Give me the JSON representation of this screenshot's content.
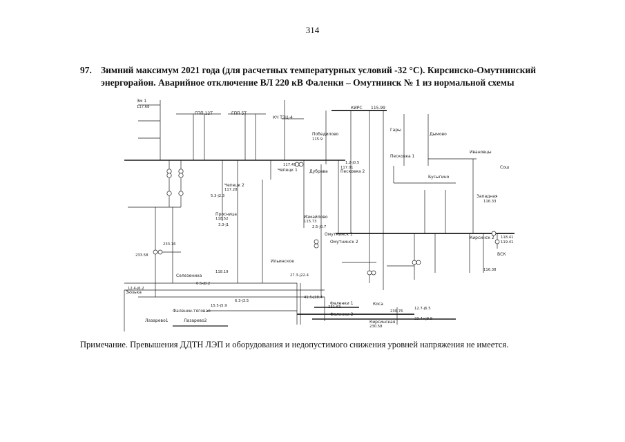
{
  "page_number": "314",
  "heading": {
    "number": "97.",
    "line1": "Зимний максимум 2021 года (для расчетных температурных условий -32 °С). Кирсинско-Омутнинский",
    "line2": "энергорайон. Аварийное отключение ВЛ 220 кВ Фаленки – Омутнинск № 1 из нормальной схемы"
  },
  "note": "Примечание. Превышения ДДТН ЛЭП и оборудования и недопустимого снижения уровней напряжения не имеется.",
  "scheme": {
    "labels": {
      "kirs": "КИРС",
      "kirs_v": "115.99",
      "omutninsk_1": "Омутнинск 1",
      "omutninsk_2": "Омутнинск 2",
      "falenki_1": "Фаленки 1",
      "falenki_2": "Фаленки 2",
      "falenki_tyag": "Фаленки-тяговая",
      "zyuzka": "Зюзька",
      "selezenikha": "Селезениха",
      "prosnitsa": "Просница",
      "chepetsk_1": "Чепецк 1",
      "chepetsk_2": "Чепецк 2",
      "ilinskoe": "Ильинское",
      "izmailovo": "Измайлово",
      "dubrava": "Дубрава",
      "pobedilovo": "Победилово",
      "peskovka_1": "Песковка 1",
      "peskovka_2": "Песковка 2",
      "busygino": "Бусыгино",
      "gary": "Гары",
      "dymovo": "Дымово",
      "zapadnaya": "Западная",
      "ivanovtsy": "Ивановцы",
      "kosa": "Коса",
      "lazarevo_1": "Лазарево1",
      "lazarevo_2": "Лазарево2",
      "kirovo_chep_4": "КЧ ТЭЦ-4",
      "kirsinskaya": "Кирсинская",
      "ggpp": "ГПП 12Т",
      "gpp_5t": "ГПП 5Т",
      "vsk": "ВСК",
      "kirsinsk_2": "Кирсинск 2",
      "sosh": "Сош",
      "zm_1": "Зм 1",
      "v_1": "118.41",
      "v_2": "119.41",
      "v_3": "116.33",
      "v_4": "116.38",
      "v_5": "230.58",
      "v_6": "230.76",
      "v_7": "231.63",
      "v_8": "233.16",
      "v_9": "233.58",
      "v_10": "118.19",
      "v_11": "118.52",
      "v_12": "115.73",
      "v_13": "115.9",
      "v_14": "117.45",
      "v_15": "117.01",
      "v_16": "117.28",
      "v_17": "117.68",
      "f_1": "27.3-j22.4",
      "f_2": "41.5-j18.4",
      "f_3": "6.3-j3.5",
      "f_4": "23.4+j9.9",
      "f_5": "12.7-j6.5",
      "f_6": "15.5-j5.9",
      "f_7": "5.3-j2.3",
      "f_8": "1.2-j0.5",
      "f_9": "3.3-j1",
      "f_10": "0.5-j0.2",
      "f_11": "2.5-j0.7",
      "f_12": "12.4-j6.2"
    }
  }
}
